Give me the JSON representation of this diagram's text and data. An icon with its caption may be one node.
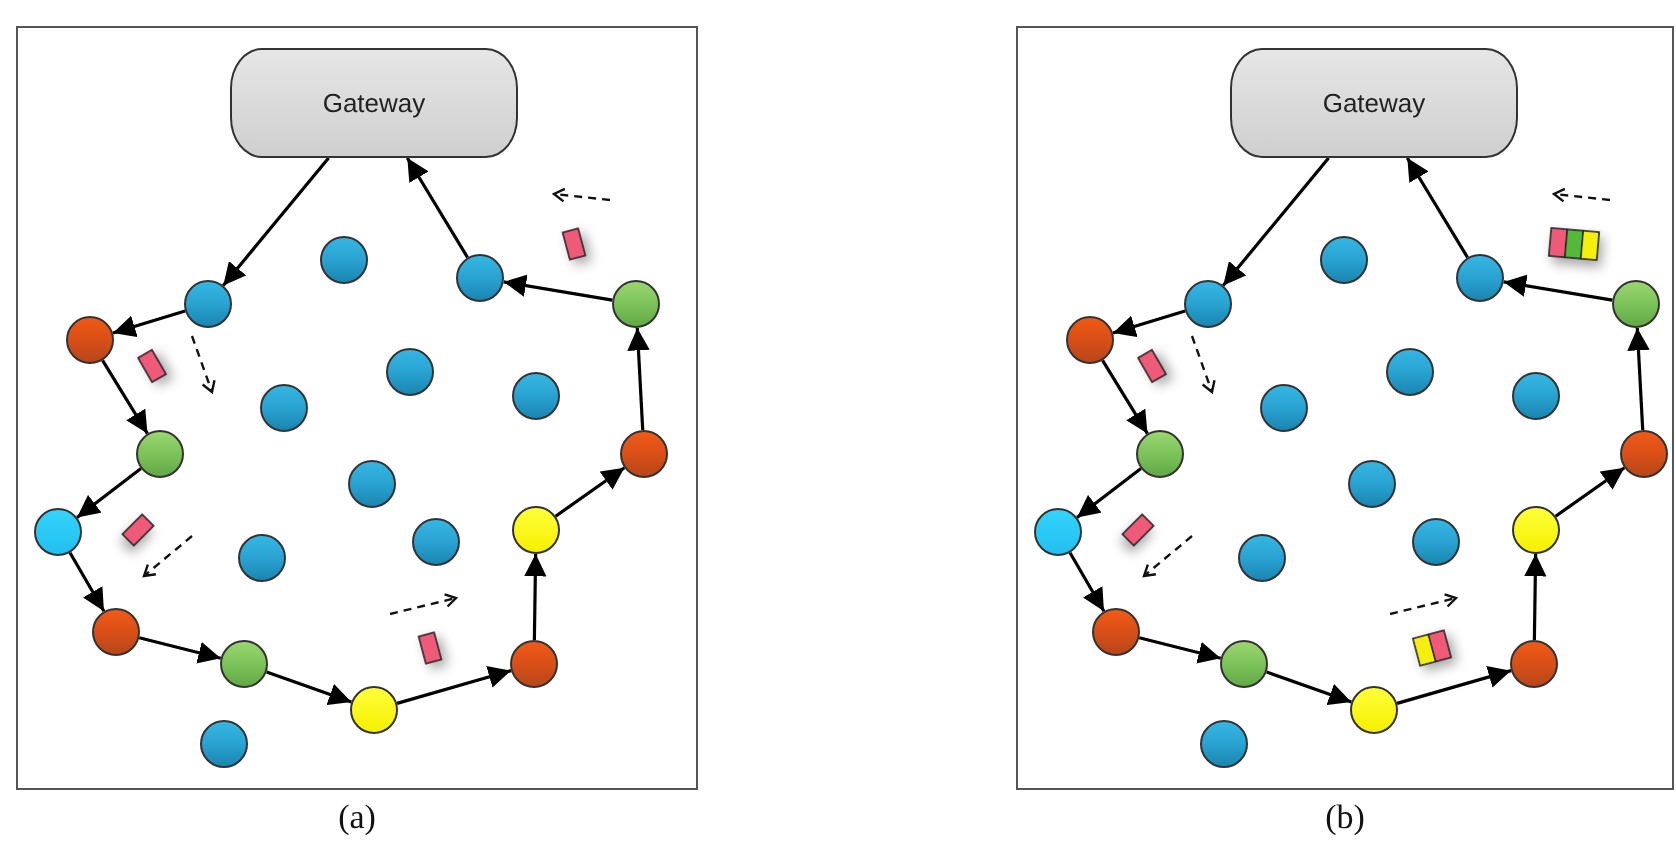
{
  "diagram": {
    "nodes": [
      {
        "text": [],
        "shape": "box",
        "beside": [
          "(a)"
        ]
      },
      {
        "text": [
          "Gateway"
        ],
        "in": 0
      },
      {
        "text": [],
        "shape": "circle",
        "in": 0
      },
      {
        "text": [],
        "shape": "circle",
        "in": 0
      },
      {
        "text": [],
        "shape": "circle",
        "in": 0
      },
      {
        "text": [],
        "shape": "circle",
        "in": 0
      },
      {
        "text": [],
        "shape": "circle",
        "in": 0
      },
      {
        "text": [],
        "shape": "circle",
        "in": 0
      },
      {
        "text": [],
        "shape": "circle",
        "in": 0
      },
      {
        "text": [],
        "shape": "circle",
        "in": 0
      },
      {
        "text": [],
        "shape": "circle",
        "in": 0
      },
      {
        "text": [],
        "shape": "circle",
        "in": 0
      },
      {
        "text": [],
        "shape": "circle",
        "in": 0
      },
      {
        "text": [],
        "shape": "circle",
        "in": 0
      },
      {
        "text": [],
        "shape": "circle",
        "in": 0
      },
      {
        "text": [],
        "shape": "circle",
        "in": 0
      },
      {
        "text": [],
        "shape": "circle",
        "in": 0
      },
      {
        "text": [],
        "shape": "circle",
        "in": 0
      },
      {
        "text": [],
        "shape": "circle",
        "in": 0
      },
      {
        "text": [],
        "shape": "circle",
        "in": 0
      },
      {
        "text": [],
        "shape": "circle",
        "in": 0
      },
      {
        "text": [],
        "shape": "circle",
        "in": 0
      },
      {
        "text": [],
        "shape": "box",
        "beside": [
          "(b)"
        ]
      },
      {
        "text": [
          "Gateway"
        ],
        "in": 22
      },
      {
        "text": [],
        "shape": "circle",
        "in": 22
      },
      {
        "text": [],
        "shape": "circle",
        "in": 22
      },
      {
        "text": [],
        "shape": "circle",
        "in": 22
      },
      {
        "text": [],
        "shape": "circle",
        "in": 22
      },
      {
        "text": [],
        "shape": "circle",
        "in": 22
      },
      {
        "text": [],
        "shape": "circle",
        "in": 22
      },
      {
        "text": [],
        "shape": "circle",
        "in": 22
      },
      {
        "text": [],
        "shape": "circle",
        "in": 22
      },
      {
        "text": [],
        "shape": "circle",
        "in": 22
      },
      {
        "text": [],
        "shape": "circle",
        "in": 22
      },
      {
        "text": [],
        "shape": "circle",
        "in": 22
      },
      {
        "text": [],
        "shape": "circle",
        "in": 22
      },
      {
        "text": [],
        "shape": "circle",
        "in": 22
      },
      {
        "text": [],
        "shape": "circle",
        "in": 22
      },
      {
        "text": [],
        "shape": "circle",
        "in": 22
      },
      {
        "text": [],
        "shape": "circle",
        "in": 22
      },
      {
        "text": [],
        "shape": "circle",
        "in": 22
      },
      {
        "text": [],
        "shape": "circle",
        "in": 22
      },
      {
        "text": [],
        "shape": "circle",
        "in": 22
      },
      {
        "text": [],
        "shape": "circle",
        "in": 22
      }
    ],
    "edges": [
      {
        "from": 1,
        "to": 4,
        "arrow": "to"
      },
      {
        "from": 4,
        "to": 6,
        "arrow": "to"
      },
      {
        "from": 6,
        "to": 10,
        "arrow": "to"
      },
      {
        "from": 10,
        "to": 14,
        "arrow": "to"
      },
      {
        "from": 14,
        "to": 17,
        "arrow": "to"
      },
      {
        "from": 17,
        "to": 19,
        "arrow": "to"
      },
      {
        "from": 19,
        "to": 20,
        "arrow": "to"
      },
      {
        "from": 20,
        "to": 18,
        "arrow": "to"
      },
      {
        "from": 18,
        "to": 13,
        "arrow": "to"
      },
      {
        "from": 13,
        "to": 11,
        "arrow": "to"
      },
      {
        "from": 11,
        "to": 5,
        "arrow": "to"
      },
      {
        "from": 5,
        "to": 3,
        "arrow": "to"
      },
      {
        "from": 3,
        "to": 1,
        "arrow": "to"
      },
      {
        "from": 23,
        "to": 26,
        "arrow": "to"
      },
      {
        "from": 26,
        "to": 28,
        "arrow": "to"
      },
      {
        "from": 28,
        "to": 32,
        "arrow": "to"
      },
      {
        "from": 32,
        "to": 36,
        "arrow": "to"
      },
      {
        "from": 36,
        "to": 39,
        "arrow": "to"
      },
      {
        "from": 39,
        "to": 41,
        "arrow": "to"
      },
      {
        "from": 41,
        "to": 42,
        "arrow": "to"
      },
      {
        "from": 42,
        "to": 40,
        "arrow": "to"
      },
      {
        "from": 40,
        "to": 35,
        "arrow": "to"
      },
      {
        "from": 35,
        "to": 33,
        "arrow": "to"
      },
      {
        "from": 33,
        "to": 27,
        "arrow": "to"
      },
      {
        "from": 27,
        "to": 25,
        "arrow": "to"
      },
      {
        "from": 25,
        "to": 23,
        "arrow": "to"
      }
    ]
  }
}
